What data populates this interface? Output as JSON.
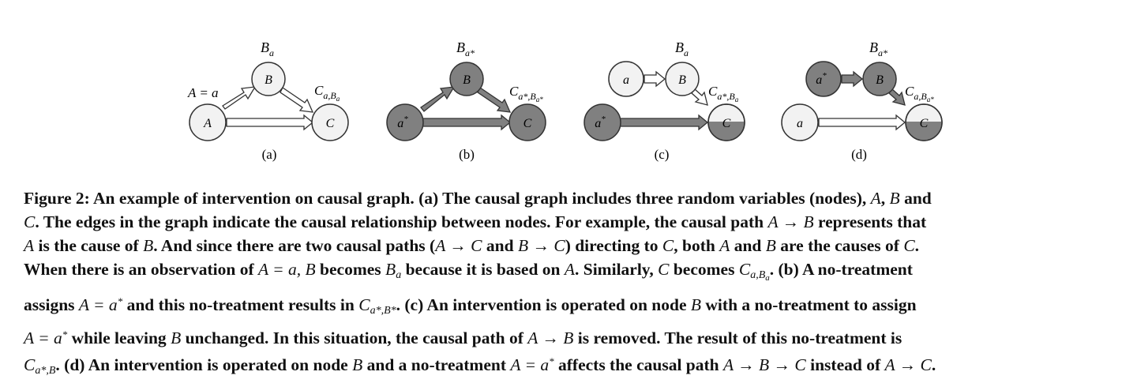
{
  "figure": {
    "subfigures": [
      {
        "caption": "(a)",
        "nodes": {
          "top": "B",
          "left": "A",
          "right": "C"
        },
        "labels": {
          "top": "B",
          "top_sub": "a",
          "left": "A = a",
          "right": "C",
          "right_sub": "a,B",
          "right_sub2": "a"
        }
      },
      {
        "caption": "(b)",
        "nodes": {
          "top": "B",
          "left": "a",
          "left_sup": "*",
          "right": "C"
        },
        "labels": {
          "top": "B",
          "top_sub": "a*",
          "right": "C",
          "right_sub": "a*,B",
          "right_sub2": "a*"
        }
      },
      {
        "caption": "(c)",
        "nodes": {
          "top_left": "a",
          "top": "B",
          "left": "a",
          "left_sup": "*",
          "right": "C"
        },
        "labels": {
          "top": "B",
          "top_sub": "a",
          "right": "C",
          "right_sub": "a*,B",
          "right_sub2": "a"
        }
      },
      {
        "caption": "(d)",
        "nodes": {
          "top_left": "a",
          "top_left_sup": "*",
          "top": "B",
          "left": "a",
          "right": "C"
        },
        "labels": {
          "top": "B",
          "top_sub": "a*",
          "right": "C",
          "right_sub": "a,B",
          "right_sub2": "a*"
        }
      }
    ],
    "colors": {
      "node_light": "#f2f2f2",
      "node_dark": "#808080",
      "stroke": "#333333",
      "white": "#ffffff"
    }
  },
  "caption": {
    "label": "Figure 2: An example of intervention on causal graph.",
    "line1_rest": " (a) The causal graph includes three random variables (nodes), ",
    "line1_A": "A",
    "line1_comma": ", ",
    "line1_B": "B",
    "line1_and": " and",
    "line2_C": "C",
    "line2_text": ". The edges in the graph indicate the causal relationship between nodes. For example, the causal path ",
    "line2_path": "A → B",
    "line2_end": " represents that",
    "line3_A": "A",
    "line3_t1": " is the cause of ",
    "line3_B": "B",
    "line3_t2": ". And since there are two causal paths (",
    "line3_p1": "A → C",
    "line3_and": " and ",
    "line3_p2": "B → C",
    "line3_t3": ") directing to ",
    "line3_C": "C",
    "line3_t4": ", both ",
    "line3_A2": "A",
    "line3_and2": " and ",
    "line3_B2": "B",
    "line3_t5": " are the causes of ",
    "line3_C2": "C",
    "line3_dot": ".",
    "line4_t1": "When there is an observation of ",
    "line4_eq": "A = a, B",
    "line4_t2": " becomes ",
    "line4_B": "B",
    "line4_Bsub": "a",
    "line4_t3": " because it is based on ",
    "line4_A": "A",
    "line4_t4": ". Similarly, ",
    "line4_C": "C",
    "line4_t5": " becomes ",
    "line4_C2": "C",
    "line4_C2sub": "a,B",
    "line4_C2subsub": "a",
    "line4_t6": ". (b) A no-treatment",
    "line5_t1": "assigns ",
    "line5_eq": "A = a",
    "line5_sup": "*",
    "line5_t2": " and this no-treatment results in ",
    "line5_C": "C",
    "line5_Csub": "a*,B*",
    "line5_t3": ". (c) An intervention is operated on node ",
    "line5_B": "B",
    "line5_t4": " with a no-treatment to assign",
    "line6_eq": "A = a",
    "line6_sup": "*",
    "line6_t1": " while leaving ",
    "line6_B": "B",
    "line6_t2": " unchanged. In this situation, the causal path of ",
    "line6_path": "A → B",
    "line6_t3": " is removed. The result of this no-treatment is",
    "line7_C": "C",
    "line7_Csub": "a*,B",
    "line7_t1": ". (d) An intervention is operated on node ",
    "line7_B": "B",
    "line7_t2": " and a no-treatment ",
    "line7_eq": "A = a",
    "line7_sup": "*",
    "line7_t3": " affects the causal path ",
    "line7_p1": "A → B → C",
    "line7_t4": " instead of ",
    "line7_p2": "A → C",
    "line7_dot": "."
  }
}
